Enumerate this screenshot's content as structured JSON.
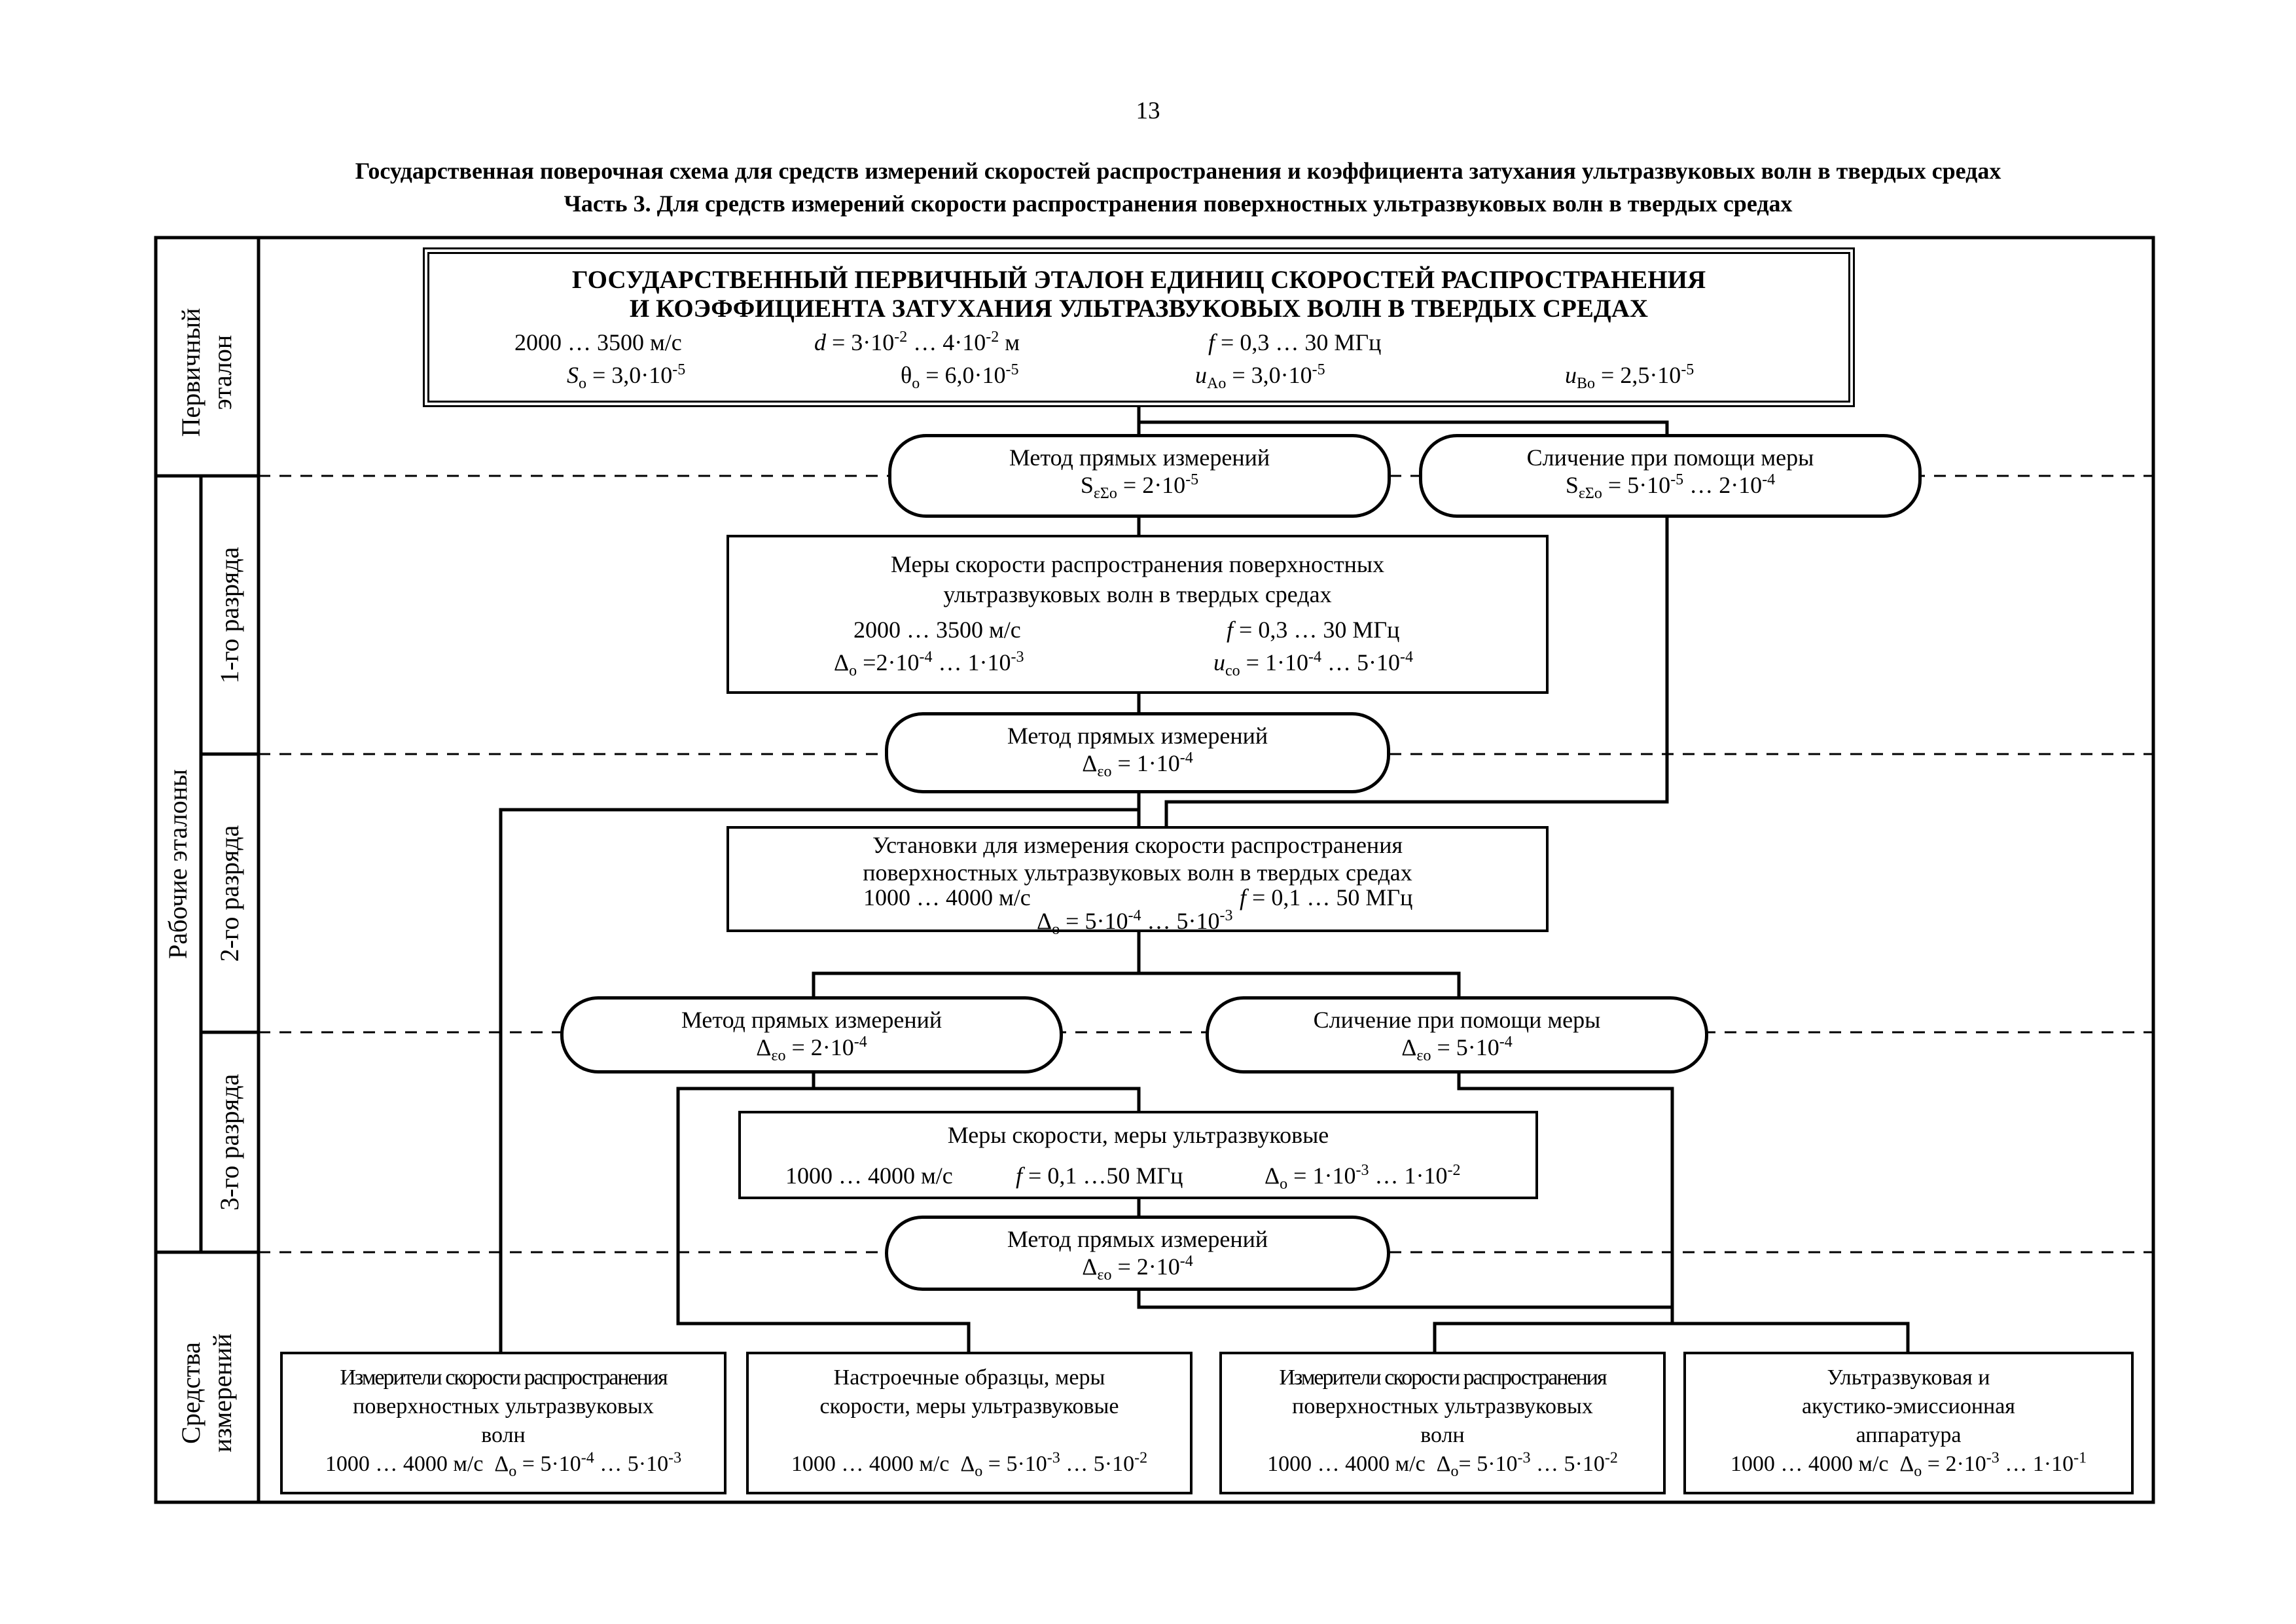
{
  "page": {
    "number": "13",
    "title_line1": "Государственная поверочная схема для средств измерений скоростей распространения и коэффициента затухания ультразвуковых волн в твердых средах",
    "title_line2": "Часть 3. Для средств измерений скорости распространения поверхностных ультразвуковых волн в твердых средах"
  },
  "levels": {
    "primary": [
      "Первичный",
      "эталон"
    ],
    "working": "Рабочие эталоны",
    "rank1": "1-го разряда",
    "rank2": "2-го разряда",
    "rank3": "3-го разряда",
    "instruments": [
      "Средства",
      "измерений"
    ]
  },
  "primary_standard": {
    "title_line1": "ГОСУДАРСТВЕННЫЙ ПЕРВИЧНЫЙ ЭТАЛОН ЕДИНИЦ СКОРОСТЕЙ РАСПРОСТРАНЕНИЯ",
    "title_line2": "И КОЭФФИЦИЕНТА ЗАТУХАНИЯ УЛЬТРАЗВУКОВЫХ ВОЛН В ТВЕРДЫХ СРЕДАХ",
    "range": "2000 … 3500 м/с",
    "d_sym": "d",
    "d_val": " = 3·10",
    "d_e1": "-2",
    "d_mid": " … 4·10",
    "d_e2": "-2",
    "d_unit": " м",
    "f_sym": "f",
    "f_val": " = 0,3 … 30 МГц",
    "s_sym": "S",
    "s_sub": "o",
    "s_val": " = 3,0·10",
    "s_exp": "-5",
    "t_sym": "θ",
    "t_sub": "o",
    "t_val": " = 6,0·10",
    "t_exp": "-5",
    "ua_sym": "u",
    "ua_sub": "Ao",
    "ua_val": " = 3,0·10",
    "ua_exp": "-5",
    "ub_sym": "u",
    "ub_sub": "Bo",
    "ub_val": " = 2,5·10",
    "ub_exp": "-5"
  },
  "methods": {
    "m1": {
      "label": "Метод прямых измерений",
      "sym": "S",
      "sub": "εΣo",
      "val": " = 2·10",
      "exp": "-5",
      "tail": ""
    },
    "m2": {
      "label": "Сличение при помощи меры",
      "sym": "S",
      "sub": "εΣo",
      "val": " = 5·10",
      "exp": "-5",
      "tail": " … 2·10",
      "exp2": "-4"
    },
    "m3": {
      "label": "Метод прямых измерений",
      "sym": "Δ",
      "sub": "εo",
      "val": " = 1·10",
      "exp": "-4"
    },
    "m4": {
      "label": "Метод прямых измерений",
      "sym": "Δ",
      "sub": "εo",
      "val": " = 2·10",
      "exp": "-4"
    },
    "m5": {
      "label": "Сличение при помощи меры",
      "sym": "Δ",
      "sub": "εo",
      "val": " = 5·10",
      "exp": "-4"
    },
    "m6": {
      "label": "Метод прямых измерений",
      "sym": "Δ",
      "sub": "εo",
      "val": " = 2·10",
      "exp": "-4"
    }
  },
  "rank1_box": {
    "line1": "Меры скорости распространения поверхностных",
    "line2": "ультразвуковых волн в твердых средах",
    "range": "2000 … 3500 м/с",
    "f_sym": "f",
    "f_val": " = 0,3 … 30 МГц",
    "d_sym": "Δ",
    "d_sub": "o",
    "d_val": " =2·10",
    "d_e1": "-4",
    "d_mid": " … 1·10",
    "d_e2": "-3",
    "u_sym": "u",
    "u_sub": "co",
    "u_val": " = 1·10",
    "u_e1": "-4",
    "u_mid": " … 5·10",
    "u_e2": "-4"
  },
  "rank2_box": {
    "line1": "Установки для измерения скорости распространения",
    "line2": "поверхностных ультразвуковых волн в твердых средах",
    "range": "1000 … 4000 м/с",
    "f_sym": "f",
    "f_val": " = 0,1 … 50 МГц",
    "d_sym": "Δ",
    "d_sub": "o",
    "d_val": " = 5·10",
    "d_e1": "-4",
    "d_mid": " … 5·10",
    "d_e2": "-3"
  },
  "rank3_box": {
    "line1": "Меры скорости, меры ультразвуковые",
    "range": "1000 … 4000 м/с",
    "f_sym": "f",
    "f_val": " = 0,1 …50 МГц",
    "d_sym": "Δ",
    "d_sub": "o",
    "d_val": " = 1·10",
    "d_e1": "-3",
    "d_mid": " … 1·10",
    "d_e2": "-2"
  },
  "instruments": [
    {
      "line1": "Измерители скорости распространения",
      "line2": "поверхностных ультразвуковых",
      "line3": "волн",
      "range": "1000 … 4000 м/с",
      "sym": "Δ",
      "sub": "o",
      "val": " = 5·10",
      "e1": "-4",
      "mid": " … 5·10",
      "e2": "-3"
    },
    {
      "line1": "Настроечные образцы, меры",
      "line2": "скорости, меры ультразвуковые",
      "line3": "",
      "range": "1000 … 4000 м/с",
      "sym": "Δ",
      "sub": "o",
      "val": " = 5·10",
      "e1": "-3",
      "mid": " … 5·10",
      "e2": "-2"
    },
    {
      "line1": "Измерители скорости распространения",
      "line2": "поверхностных ультразвуковых",
      "line3": "волн",
      "range": "1000 … 4000 м/с",
      "sym": "Δ",
      "sub": "o",
      "val": "= 5·10",
      "e1": "-3",
      "mid": " … 5·10",
      "e2": "-2"
    },
    {
      "line1": "Ультразвуковая и",
      "line2": "акустико-эмиссионная",
      "line3": "аппаратура",
      "range": "1000 … 4000 м/с",
      "sym": "Δ",
      "sub": "o",
      "val": " = 2·10",
      "e1": "-3",
      "mid": " … 1·10",
      "e2": "-1"
    }
  ]
}
